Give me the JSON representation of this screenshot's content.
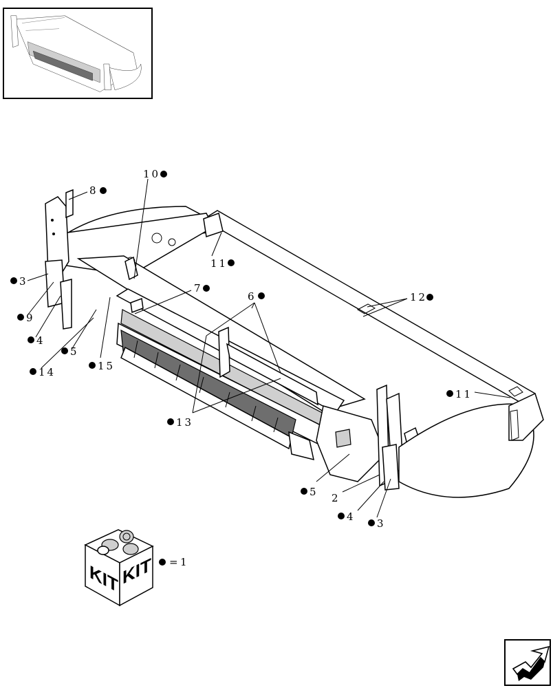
{
  "callouts": [
    {
      "id": "c10",
      "text": "10"
    },
    {
      "id": "c8",
      "text": "8"
    },
    {
      "id": "c11a",
      "text": "11"
    },
    {
      "id": "c3a",
      "text": "3"
    },
    {
      "id": "c7",
      "text": "7"
    },
    {
      "id": "c6",
      "text": "6"
    },
    {
      "id": "c12",
      "text": "12"
    },
    {
      "id": "c9",
      "text": "9"
    },
    {
      "id": "c4a",
      "text": "4"
    },
    {
      "id": "c5a",
      "text": "5"
    },
    {
      "id": "c14",
      "text": "14"
    },
    {
      "id": "c15",
      "text": "15"
    },
    {
      "id": "c11b",
      "text": "11"
    },
    {
      "id": "c13",
      "text": "13"
    },
    {
      "id": "c5b",
      "text": "5"
    },
    {
      "id": "c2",
      "text": "2"
    },
    {
      "id": "c4b",
      "text": "4"
    },
    {
      "id": "c3b",
      "text": "3"
    }
  ],
  "kit": {
    "label_left": "KIT",
    "label_right": "KIT",
    "legend_equals": "=",
    "legend_value": "1"
  },
  "icons": {
    "thumbnail": "overview-thumbnail-icon",
    "nav": "next-page-arrow-icon"
  }
}
